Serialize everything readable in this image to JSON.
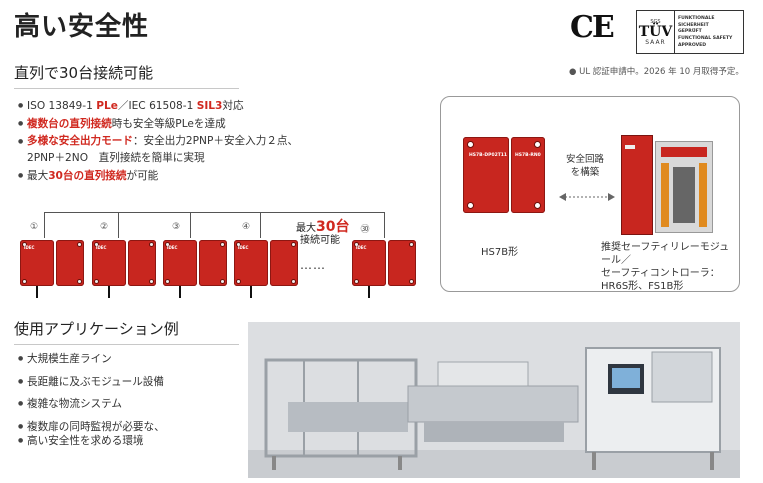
{
  "page_title": "高い安全性",
  "section1_title": "直列で30台接続可能",
  "section2_title": "使用アプリケーション例",
  "cert": {
    "ce": "CE",
    "tuv_top": "SGS",
    "tuv_main": "TÜV",
    "tuv_bottom": "SAAR",
    "tuv_text": [
      "FUNKTIONALE SICHERHEIT",
      "GEPRÜFT",
      "FUNCTIONAL SAFETY",
      "APPROVED"
    ],
    "note": "● UL 認証申請中。2026 年 10 月取得予定。"
  },
  "features": [
    {
      "a": "ISO 13849-1 ",
      "b": "PLe",
      "c": "／IEC 61508-1 ",
      "d": "SIL3",
      "e": "対応"
    },
    {
      "hl": "複数台の直列接続",
      "rest": "時も安全等級PLeを達成"
    },
    {
      "hl": "多様な安全出力モード",
      "rest": "：安全出力2PNP＋安全入力２点、",
      "line2": "2PNP＋2NO　直列接続を簡単に実現"
    },
    {
      "pre": "最大",
      "hl": "30台の直列接続",
      "rest": "が可能"
    }
  ],
  "chain": {
    "numbers": [
      "①",
      "②",
      "③",
      "④",
      "㉚"
    ],
    "max_prefix": "最大",
    "max_value": "30台",
    "max_suffix": "接続可能",
    "dots": "……",
    "sensor_label": "IDEC"
  },
  "panel": {
    "circuit_line1": "安全回路",
    "circuit_line2": "を構築",
    "hs7b": "HS7B形",
    "relay_line1": "推奨セーフティリレーモジュール／",
    "relay_line2": "セーフティコントローラ：",
    "relay_line3": "HR6S形、FS1B形",
    "sensor_code1": "HS7B-DP02T11",
    "sensor_code2": "HS7B-RN0"
  },
  "applications": [
    "大規模生産ライン",
    "長距離に及ぶモジュール設備",
    "複雑な物流システム",
    "複数扉の同時監視が必要な、",
    "高い安全性を求める環境"
  ],
  "colors": {
    "accent": "#d0281f",
    "sensor_red": "#c8261f"
  }
}
